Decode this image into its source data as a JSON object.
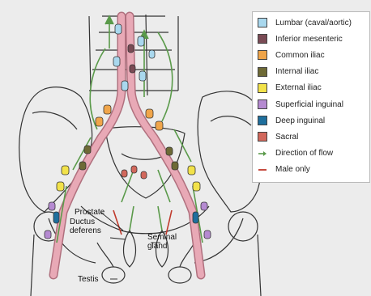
{
  "legend": {
    "items": [
      {
        "label": "Lumbar (caval/aortic)",
        "color": "#a9d8ee",
        "kind": "swatch"
      },
      {
        "label": "Inferior mesenteric",
        "color": "#7a4b55",
        "kind": "swatch"
      },
      {
        "label": "Common iliac",
        "color": "#f0a54a",
        "kind": "swatch"
      },
      {
        "label": "Internal iliac",
        "color": "#6e6a36",
        "kind": "swatch"
      },
      {
        "label": "External iliac",
        "color": "#f2e24a",
        "kind": "swatch"
      },
      {
        "label": "Superficial inguinal",
        "color": "#b58ad1",
        "kind": "swatch"
      },
      {
        "label": "Deep inguinal",
        "color": "#1f6f9d",
        "kind": "swatch"
      },
      {
        "label": "Sacral",
        "color": "#d2685c",
        "kind": "swatch"
      },
      {
        "label": "Direction of flow",
        "color": "#5a9a4a",
        "kind": "arrow"
      },
      {
        "label": "Male only",
        "color": "#c0392b",
        "kind": "line"
      }
    ]
  },
  "labels": {
    "prostate": "Prostate",
    "ductus_deferens": "Ductus\ndeferens",
    "seminal_gland": "Seminal\ngland",
    "testis": "Testis"
  },
  "colors": {
    "vessel": "#e8a9b6",
    "vessel_stroke": "#b0707e",
    "bone_line": "#333333",
    "flow": "#5a9a4a",
    "background": "#ececec"
  }
}
